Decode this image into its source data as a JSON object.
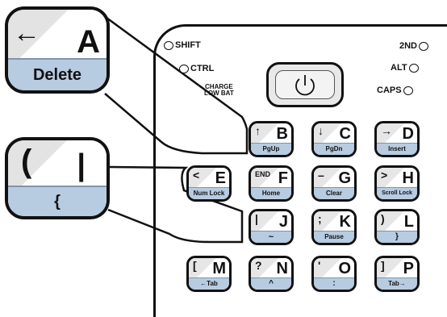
{
  "indicators": {
    "shift": "SHIFT",
    "ctrl": "CTRL",
    "charge": "CHARGE\nLOW BAT",
    "second": "2ND",
    "alt": "ALT",
    "caps": "CAPS"
  },
  "callouts": [
    {
      "name": "delete",
      "symbol": "←",
      "letter": "A",
      "sub": "Delete"
    },
    {
      "name": "brace",
      "symbol": "(",
      "letter": "|",
      "sub": "{"
    }
  ],
  "keys": [
    {
      "letter": "B",
      "symbol": "↑",
      "sub": "PgUp"
    },
    {
      "letter": "C",
      "symbol": "↓",
      "sub": "PgDn"
    },
    {
      "letter": "D",
      "symbol": "→",
      "sub": "Insert"
    },
    {
      "letter": "E",
      "symbol": "<",
      "sub": "Num Lock"
    },
    {
      "letter": "F",
      "symbol": "END",
      "sub": "Home"
    },
    {
      "letter": "G",
      "symbol": "–",
      "sub": "Clear"
    },
    {
      "letter": "H",
      "symbol": ">",
      "sub": "Scroll Lock"
    },
    {
      "letter": "J",
      "symbol": "|",
      "sub": "~"
    },
    {
      "letter": "K",
      "symbol": ";",
      "sub": "Pause"
    },
    {
      "letter": "L",
      "symbol": ")",
      "sub": "}"
    },
    {
      "letter": "M",
      "symbol": "[",
      "sub": "←Tab"
    },
    {
      "letter": "N",
      "symbol": "?",
      "sub": "^"
    },
    {
      "letter": "O",
      "symbol": "'",
      "sub": ":"
    },
    {
      "letter": "P",
      "symbol": "]",
      "sub": "Tab→"
    }
  ],
  "colors": {
    "key_bottom": "#b7cbe1",
    "outline": "#111111"
  }
}
